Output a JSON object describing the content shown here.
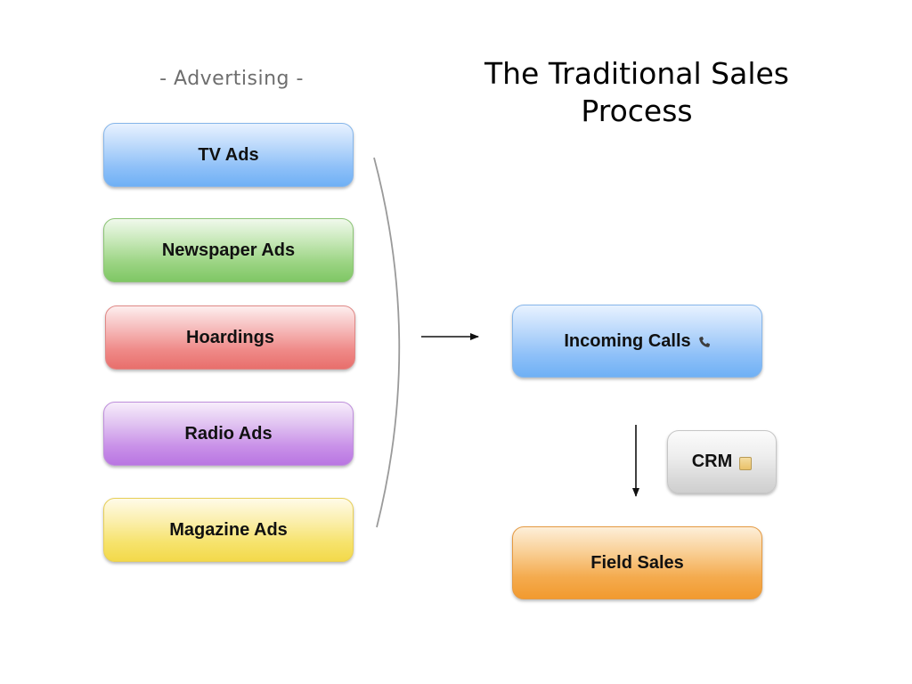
{
  "title": "The Traditional Sales Process",
  "section_label": "- Advertising -",
  "advertising": {
    "tv": "TV Ads",
    "newspaper": "Newspaper Ads",
    "hoardings": "Hoardings",
    "radio": "Radio Ads",
    "magazine": "Magazine Ads"
  },
  "flow": {
    "incoming_calls": "Incoming Calls",
    "crm": "CRM",
    "field_sales": "Field Sales"
  },
  "icons": {
    "incoming_calls": "phone-icon",
    "crm": "notebook-icon"
  },
  "colors": {
    "tv": "#8ec0f8",
    "newspaper": "#9bd483",
    "hoardings": "#ef8a88",
    "radio": "#c991e8",
    "magazine": "#f6e36d",
    "incoming_calls": "#8ec0f8",
    "crm": "#d8d8d8",
    "field_sales": "#f4ab4e"
  }
}
